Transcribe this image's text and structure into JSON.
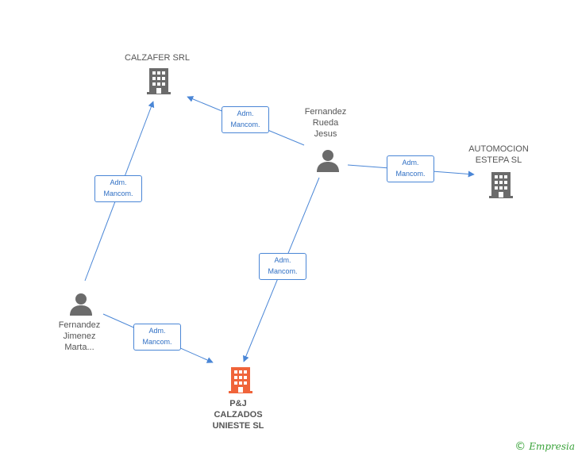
{
  "nodes": {
    "calzafer": {
      "label": "CALZAFER SRL",
      "type": "company"
    },
    "fernandez_rueda": {
      "label": "Fernandez\nRueda\nJesus",
      "type": "person"
    },
    "automocion": {
      "label": "AUTOMOCION\nESTEPA  SL",
      "type": "company"
    },
    "fernandez_jimenez": {
      "label": "Fernandez\nJimenez\nMarta...",
      "type": "person"
    },
    "pj_calzados": {
      "label": "P&J\nCALZADOS\nUNIESTE SL",
      "type": "company-highlight"
    }
  },
  "edges": [
    {
      "from": "fernandez_rueda",
      "to": "calzafer",
      "label": "Adm.\nMancom."
    },
    {
      "from": "fernandez_rueda",
      "to": "automocion",
      "label": "Adm.\nMancom."
    },
    {
      "from": "fernandez_rueda",
      "to": "pj_calzados",
      "label": "Adm.\nMancom."
    },
    {
      "from": "fernandez_jimenez",
      "to": "calzafer",
      "label": "Adm.\nMancom."
    },
    {
      "from": "fernandez_jimenez",
      "to": "pj_calzados",
      "label": "Adm.\nMancom."
    }
  ],
  "colors": {
    "edge": "#4a86d6",
    "icon": "#6b6b6b",
    "highlight": "#f0643a",
    "brand": "#3aa33a"
  },
  "brand": {
    "copyright": "©",
    "name": "Empresia"
  }
}
